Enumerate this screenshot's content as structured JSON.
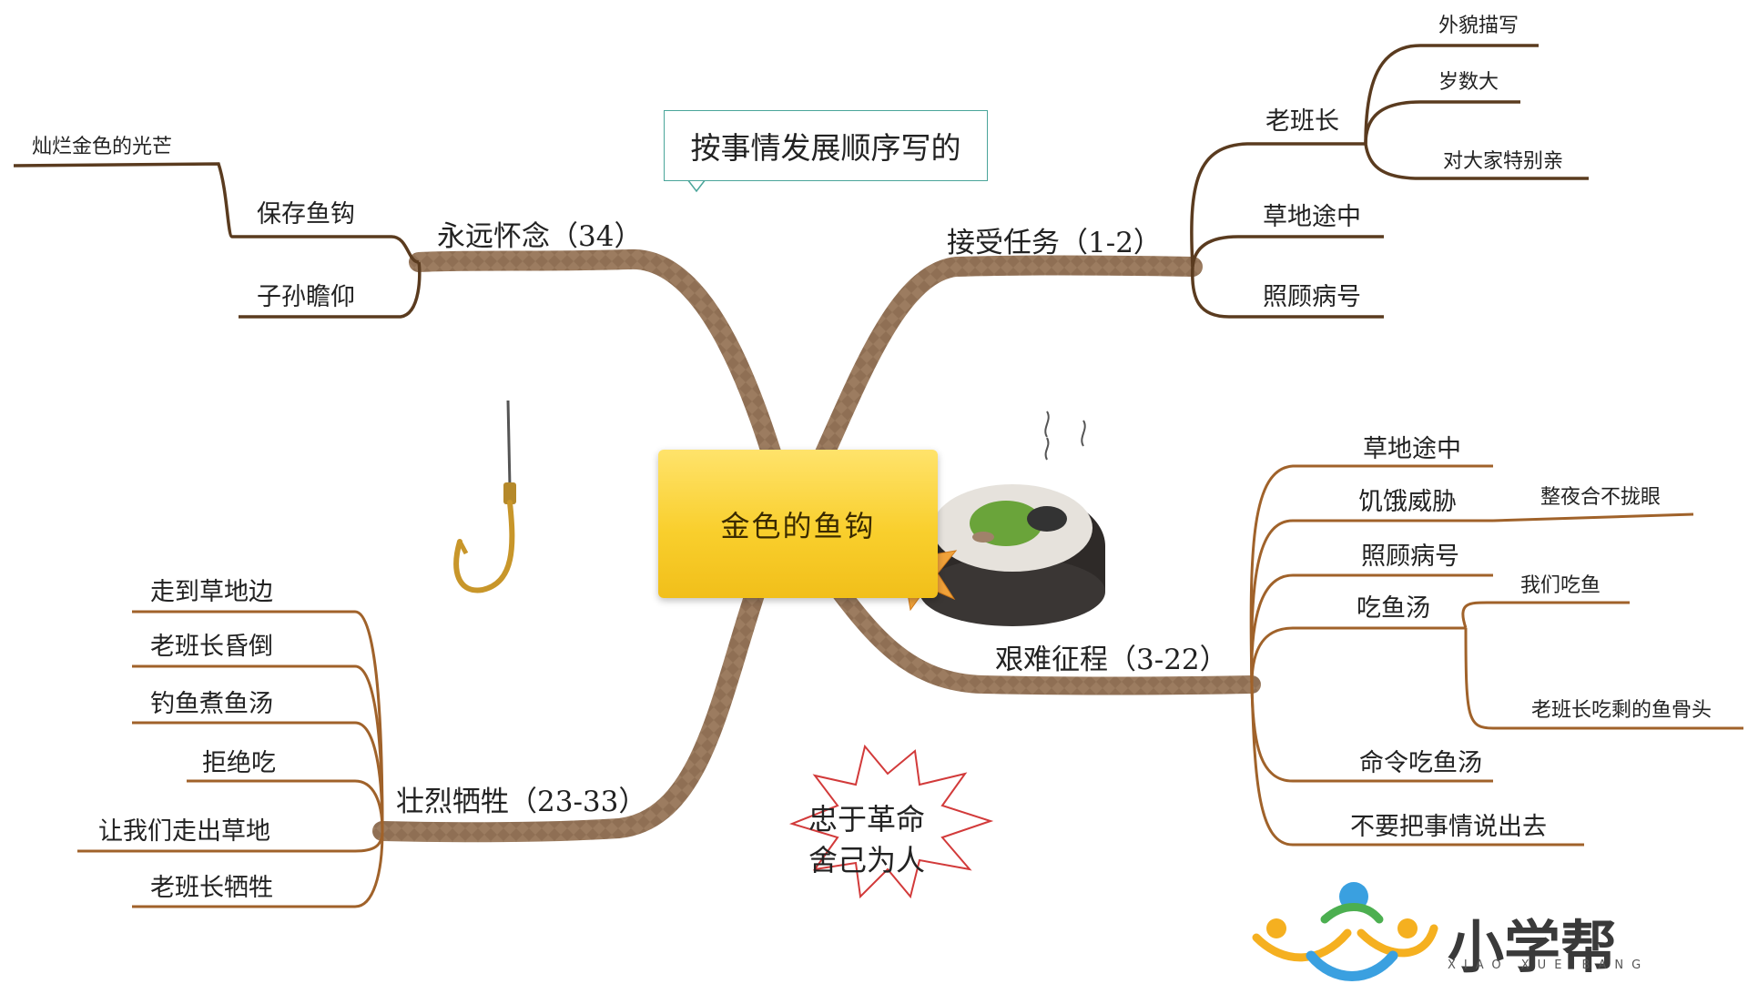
{
  "central": "金色的鱼钩",
  "callout": "按事情发展顺序写的",
  "burst": {
    "line1": "忠于革命",
    "line2": "舍己为人"
  },
  "branches": {
    "b1": {
      "label": "接受任务（1-2）",
      "sub1": "老班长",
      "sub1_leaves": [
        "外貌描写",
        "岁数大",
        "对大家特别亲"
      ],
      "sub2": "草地途中",
      "sub3": "照顾病号"
    },
    "b2": {
      "label": "艰难征程（3-22）",
      "items": [
        "草地途中",
        "饥饿威胁",
        "照顾病号",
        "吃鱼汤",
        "命令吃鱼汤",
        "不要把事情说出去"
      ],
      "hunger_leaf": "整夜合不拢眼",
      "soup_leaves": [
        "我们吃鱼",
        "老班长吃剩的鱼骨头"
      ]
    },
    "b3": {
      "label": "壮烈牺牲（23-33）",
      "items": [
        "走到草地边",
        "老班长昏倒",
        "钓鱼煮鱼汤",
        "拒绝吃",
        "让我们走出草地",
        "老班长牺牲"
      ]
    },
    "b4": {
      "label": "永远怀念（34）",
      "sub1": "保存鱼钩",
      "sub1_leaf": "灿烂金色的光芒",
      "sub2": "子孙瞻仰"
    }
  },
  "logo": {
    "name": "小学帮",
    "sub": "XIAO XUE BANG"
  },
  "colors": {
    "trunk": "#9a7a5e",
    "trunk_dark": "#7a5a40",
    "line": "#8a5a2c",
    "central": "#f9cf2d",
    "callout_border": "#4aa59a"
  }
}
